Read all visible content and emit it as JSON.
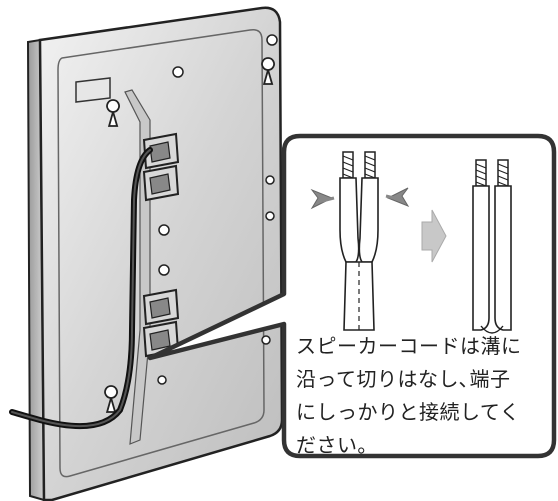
{
  "instruction": {
    "lines": [
      "スピーカーコードは溝に",
      "沿って切りはなし､端子",
      "にしっかりと接続してく",
      "ださい｡"
    ]
  }
}
